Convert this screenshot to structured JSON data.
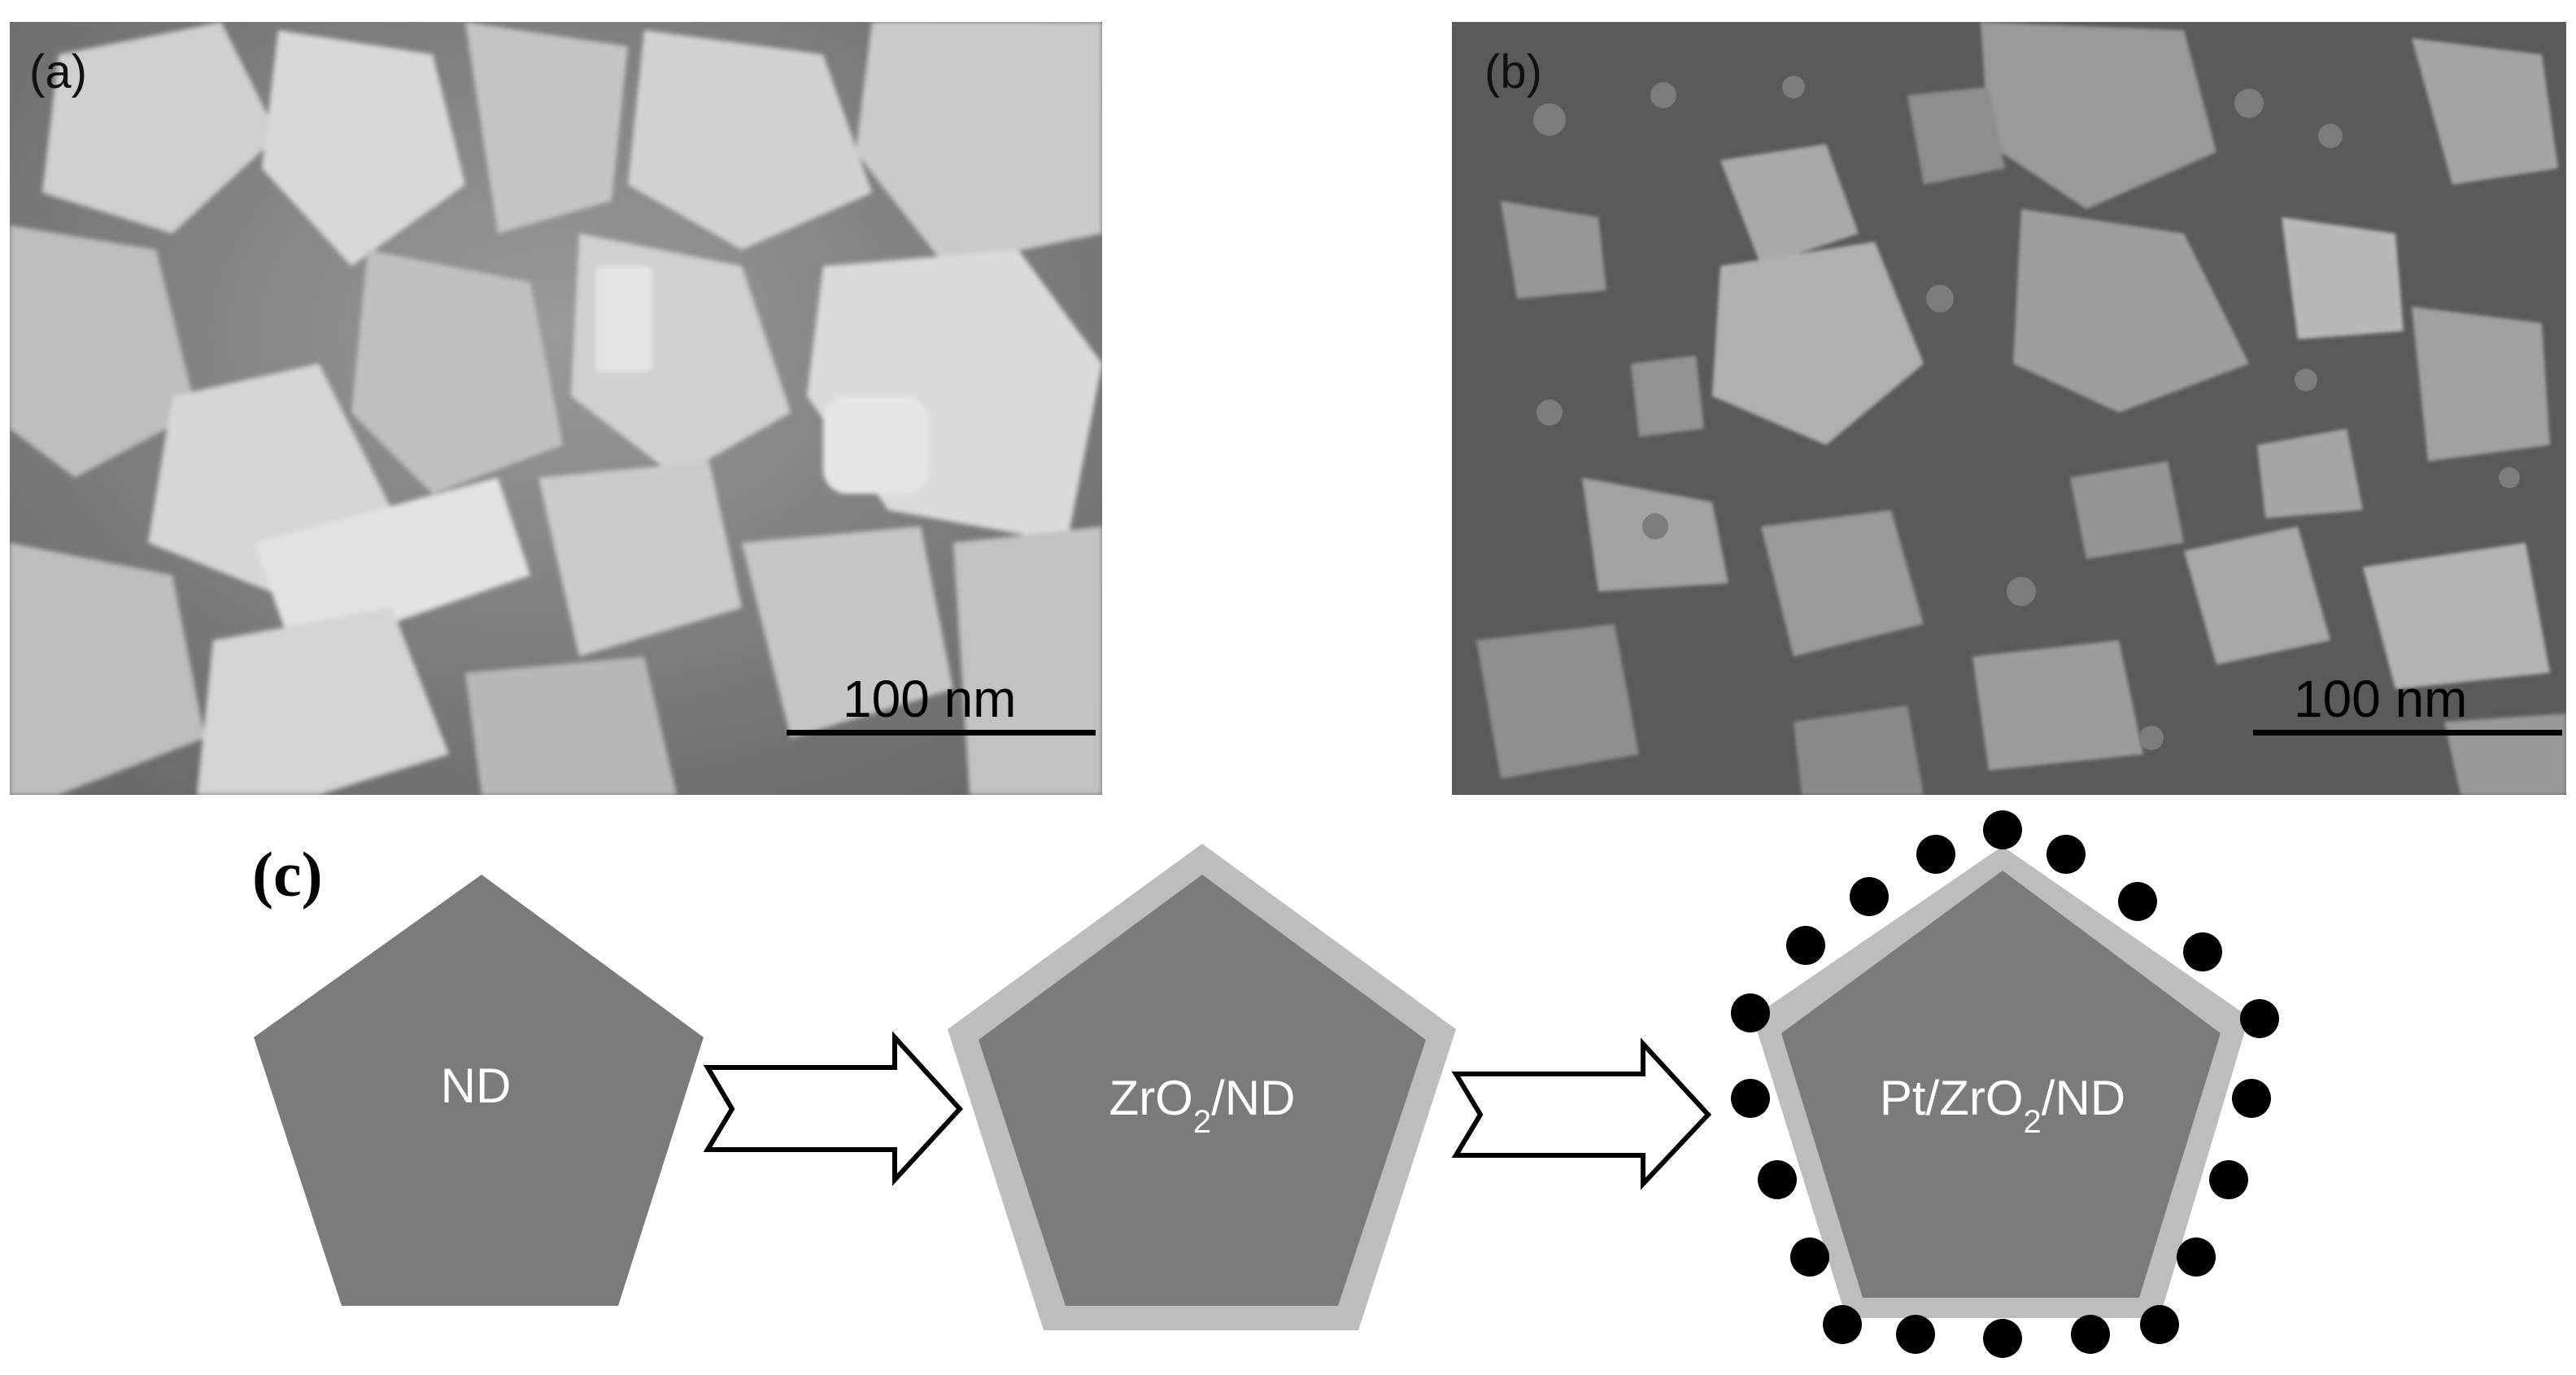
{
  "panel_a": {
    "label": "(a)",
    "scale_bar_text": "100 nm"
  },
  "panel_b": {
    "label": "(b)",
    "scale_bar_text": "100 nm"
  },
  "panel_c": {
    "label": "(c)",
    "stages": [
      {
        "label": "ND"
      },
      {
        "label_main": "ZrO",
        "label_sub": "2",
        "label_tail": "/ND"
      },
      {
        "label_main": "Pt/ZrO",
        "label_sub": "2",
        "label_tail": "/ND"
      }
    ]
  },
  "colors": {
    "core": "#7b7b7b",
    "shell": "#bdbdbd",
    "particle": "#000000",
    "arrow_fill": "#ffffff",
    "arrow_stroke": "#000000"
  }
}
